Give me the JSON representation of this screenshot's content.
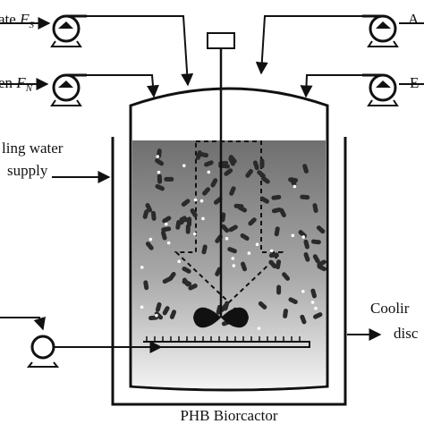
{
  "labels": {
    "substrate_prefix": "ate ",
    "substrate_var": "F",
    "substrate_sub": "S",
    "nitrogen_prefix": "en ",
    "nitrogen_var": "F",
    "nitrogen_sub": "N",
    "right_top": "A",
    "right_mid": "E",
    "cooling_water_line1": "ling water",
    "cooling_water_line2": "supply",
    "cooling_out_line1": "Coolir",
    "cooling_out_line2": "disc",
    "vessel_title": "PHB Biorcactor"
  },
  "colors": {
    "line": "#111111",
    "broth_top": "#7a7a7a",
    "broth_bottom": "#f2f2f2",
    "cell": "#2a2a2a",
    "bubble": "#ffffff"
  }
}
